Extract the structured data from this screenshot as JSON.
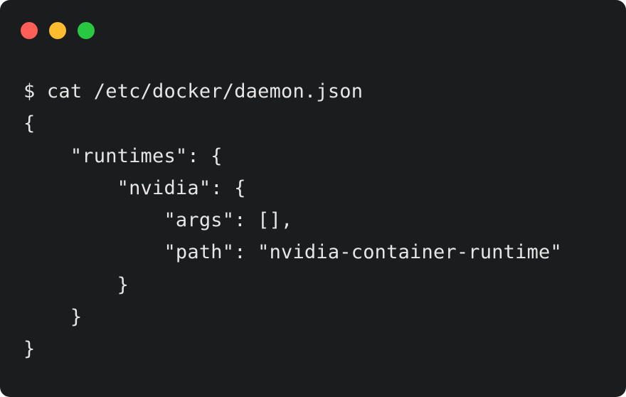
{
  "window": {
    "background": "#1b1c1e",
    "traffic_lights": [
      {
        "name": "close",
        "color": "#ff5f57"
      },
      {
        "name": "minimize",
        "color": "#febc2e"
      },
      {
        "name": "maximize",
        "color": "#28c840"
      }
    ]
  },
  "terminal": {
    "text_color": "#e6e6e6",
    "lines": [
      "$ cat /etc/docker/daemon.json",
      "{",
      "    \"runtimes\": {",
      "        \"nvidia\": {",
      "            \"args\": [],",
      "            \"path\": \"nvidia-container-runtime\"",
      "        }",
      "    }",
      "}"
    ]
  }
}
